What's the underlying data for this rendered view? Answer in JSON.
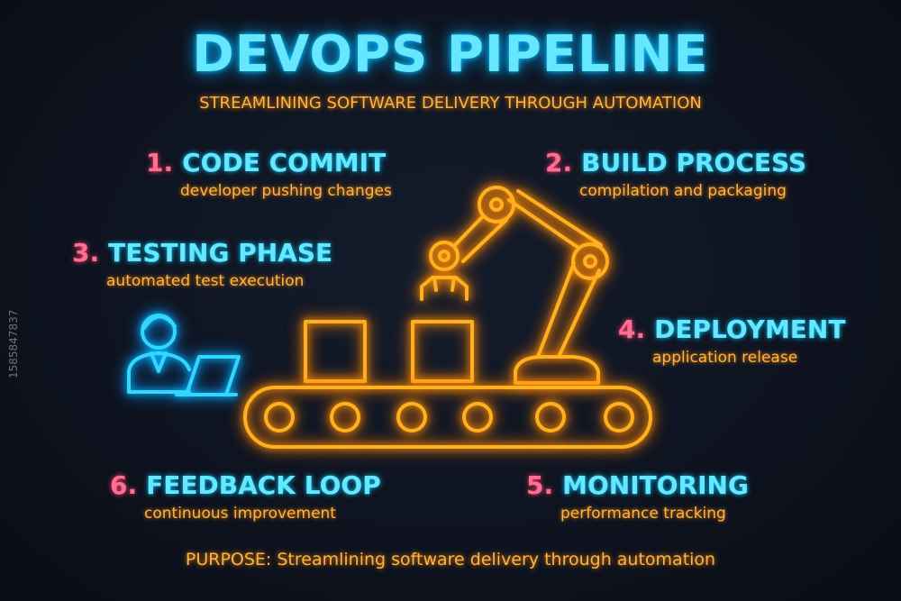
{
  "title": "DEVOPS PIPELINE",
  "subtitle": "STREAMLINING SOFTWARE DELIVERY THROUGH AUTOMATION",
  "steps": [
    {
      "number": "1.",
      "label": "CODE COMMIT",
      "description": "developer pushing changes"
    },
    {
      "number": "2.",
      "label": "BUILD PROCESS",
      "description": "compilation and packaging"
    },
    {
      "number": "3.",
      "label": "TESTING PHASE",
      "description": "automated test execution"
    },
    {
      "number": "4.",
      "label": "DEPLOYMENT",
      "description": "application release"
    },
    {
      "number": "5.",
      "label": "MONITORING",
      "description": "performance tracking"
    },
    {
      "number": "6.",
      "label": "FEEDBACK LOOP",
      "description": "continuous improvement"
    }
  ],
  "purpose": "PURPOSE: Streamlining software delivery through automation",
  "watermark": "1585847837",
  "icons": [
    "developer-laptop-icon",
    "robot-arm-icon",
    "conveyor-belt-icon",
    "box-icon"
  ],
  "colors": {
    "title": "#66e6ff",
    "number": "#ff6f91",
    "accent": "#ffb347",
    "background": "#0d1320"
  }
}
